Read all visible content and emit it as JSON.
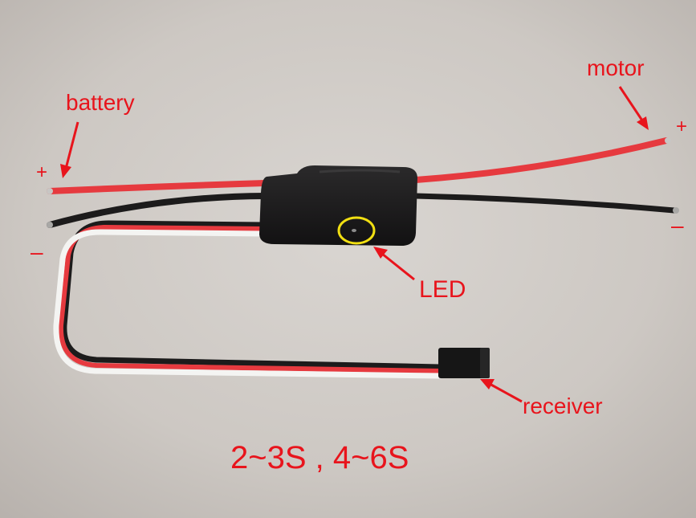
{
  "labels": {
    "battery": "battery",
    "motor": "motor",
    "led": "LED",
    "receiver": "receiver",
    "battery_plus": "+",
    "battery_minus": "–",
    "motor_plus": "+",
    "motor_minus": "–",
    "spec": "2~3S , 4~6S"
  },
  "colors": {
    "annotation": "#e8141c",
    "led_circle": "#f1df12",
    "red_wire": "#e63a3f",
    "black_wire": "#1c1b1b",
    "white_wire": "#f4f4f2",
    "esc_body": "#1d1c1d",
    "background": "#cfcac5"
  }
}
